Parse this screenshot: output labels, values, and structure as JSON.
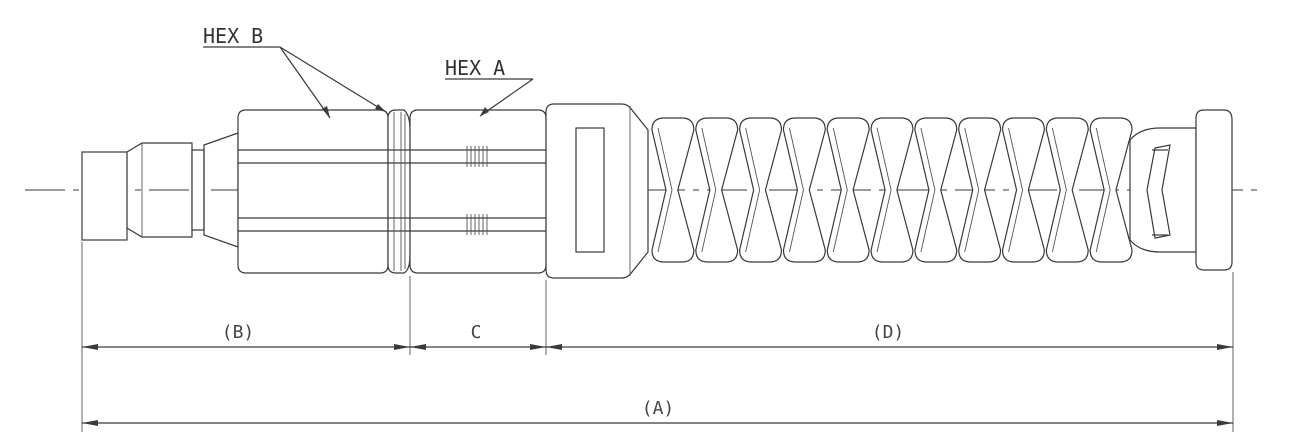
{
  "labels": {
    "hex_b": "HEX B",
    "hex_a": "HEX A"
  },
  "dimensions": {
    "b": "(B)",
    "c": "C",
    "d": "(D)",
    "a": "(A)"
  }
}
